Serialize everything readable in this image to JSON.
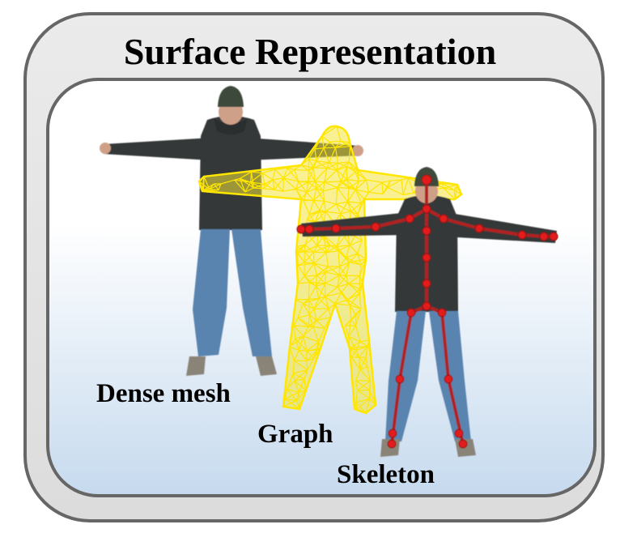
{
  "title": "Surface Representation",
  "labels": {
    "dense_mesh": "Dense mesh",
    "graph": "Graph",
    "skeleton": "Skeleton"
  },
  "colors": {
    "outer_frame": "#e3e3e3",
    "frame_border": "#666666",
    "inner_bg_top": "#ffffff",
    "inner_bg_bottom": "#c6daee",
    "mesh_wire": "#ffe600",
    "skeleton_bone": "#b02020",
    "skeleton_joint": "#e21b1b",
    "jacket": "#343838",
    "jeans": "#5a84b0",
    "hat": "#3e4a3a",
    "skin": "#cfa088",
    "shoe": "#8a8478"
  },
  "icons": [
    "person-figure-icon",
    "wireframe-mesh-icon",
    "skeleton-joints-icon"
  ]
}
